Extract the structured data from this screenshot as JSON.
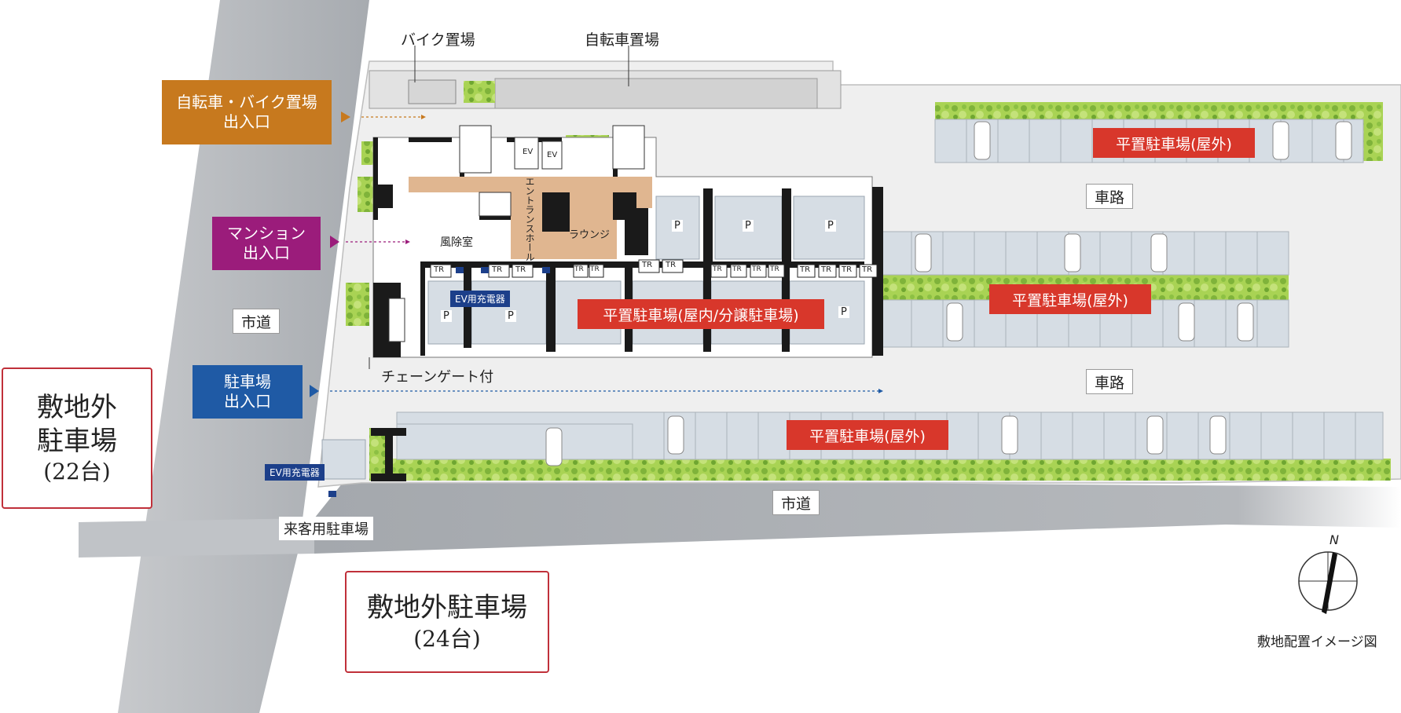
{
  "labels": {
    "bike_parking": "バイク置場",
    "bicycle_parking": "自転車置場",
    "bicycle_bike_entrance_l1": "自転車・バイク置場",
    "bicycle_bike_entrance_l2": "出入口",
    "mansion_entrance_l1": "マンション",
    "mansion_entrance_l2": "出入口",
    "parking_entrance_l1": "駐車場",
    "parking_entrance_l2": "出入口",
    "city_road": "市道",
    "driveway": "車路",
    "flat_parking_outdoor": "平置駐車場(屋外)",
    "flat_parking_indoor": "平置駐車場(屋内/分譲駐車場)",
    "entrance_hall": "エントランスホール",
    "lounge": "ラウンジ",
    "windbreak_room": "風除室",
    "ev_charger": "EV用充電器",
    "chain_gate": "チェーンゲート付",
    "visitor_parking": "来客用駐車場",
    "offsite_parking_22_l1": "敷地外",
    "offsite_parking_22_l2": "駐車場",
    "offsite_parking_22_l3": "(22台)",
    "offsite_parking_24_l1": "敷地外駐車場",
    "offsite_parking_24_l2": "(24台)",
    "north": "N",
    "caption": "敷地配置イメージ図",
    "ev": "EV",
    "tr": "TR",
    "p": "P"
  },
  "colors": {
    "road": "#b9bcc0",
    "site_ground": "#efefef",
    "greenery": "#9ccc4a",
    "building_floor": "#ffffff",
    "entrance_floor": "#e0b690",
    "wall": "#1a1a1a",
    "parking_bay": "#d6dde4",
    "orange_tag": "#c7791e",
    "purple_tag": "#9b1c7b",
    "blue_tag": "#1f5aa5",
    "red_label": "#d8372b"
  }
}
